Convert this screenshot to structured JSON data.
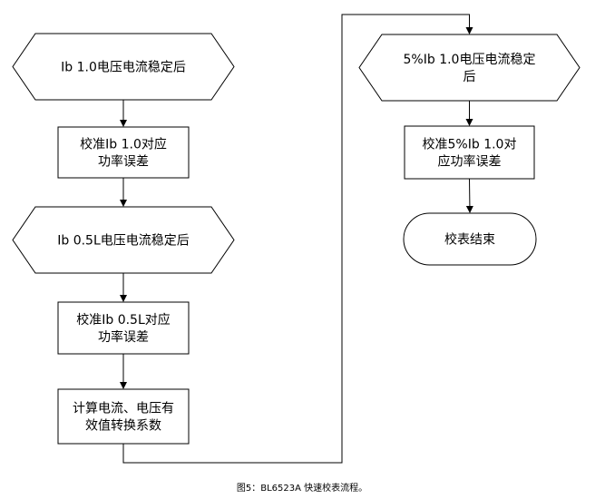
{
  "flowchart": {
    "nodes": [
      {
        "id": "n1",
        "shape": "hexagon",
        "lines": [
          "Ib 1.0电压电流稳定后"
        ]
      },
      {
        "id": "n2",
        "shape": "rect",
        "lines": [
          "校准Ib 1.0对应",
          "功率误差"
        ]
      },
      {
        "id": "n3",
        "shape": "hexagon",
        "lines": [
          "Ib 0.5L电压电流稳定后"
        ]
      },
      {
        "id": "n4",
        "shape": "rect",
        "lines": [
          "校准Ib 0.5L对应",
          "功率误差"
        ]
      },
      {
        "id": "n5",
        "shape": "rect",
        "lines": [
          "计算电流、电压有",
          "效值转换系数"
        ]
      },
      {
        "id": "n6",
        "shape": "hexagon",
        "lines": [
          "5%Ib 1.0电压电流稳定",
          "后"
        ]
      },
      {
        "id": "n7",
        "shape": "rect",
        "lines": [
          "校准5%Ib 1.0对",
          "应功率误差"
        ]
      },
      {
        "id": "n8",
        "shape": "terminator",
        "lines": [
          "校表结束"
        ]
      }
    ],
    "edges": [
      {
        "from": "n1",
        "to": "n2"
      },
      {
        "from": "n2",
        "to": "n3"
      },
      {
        "from": "n3",
        "to": "n4"
      },
      {
        "from": "n4",
        "to": "n5"
      },
      {
        "from": "n5",
        "to": "n6"
      },
      {
        "from": "n6",
        "to": "n7"
      },
      {
        "from": "n7",
        "to": "n8"
      }
    ]
  },
  "caption": "图5：BL6523A 快速校表流程。"
}
